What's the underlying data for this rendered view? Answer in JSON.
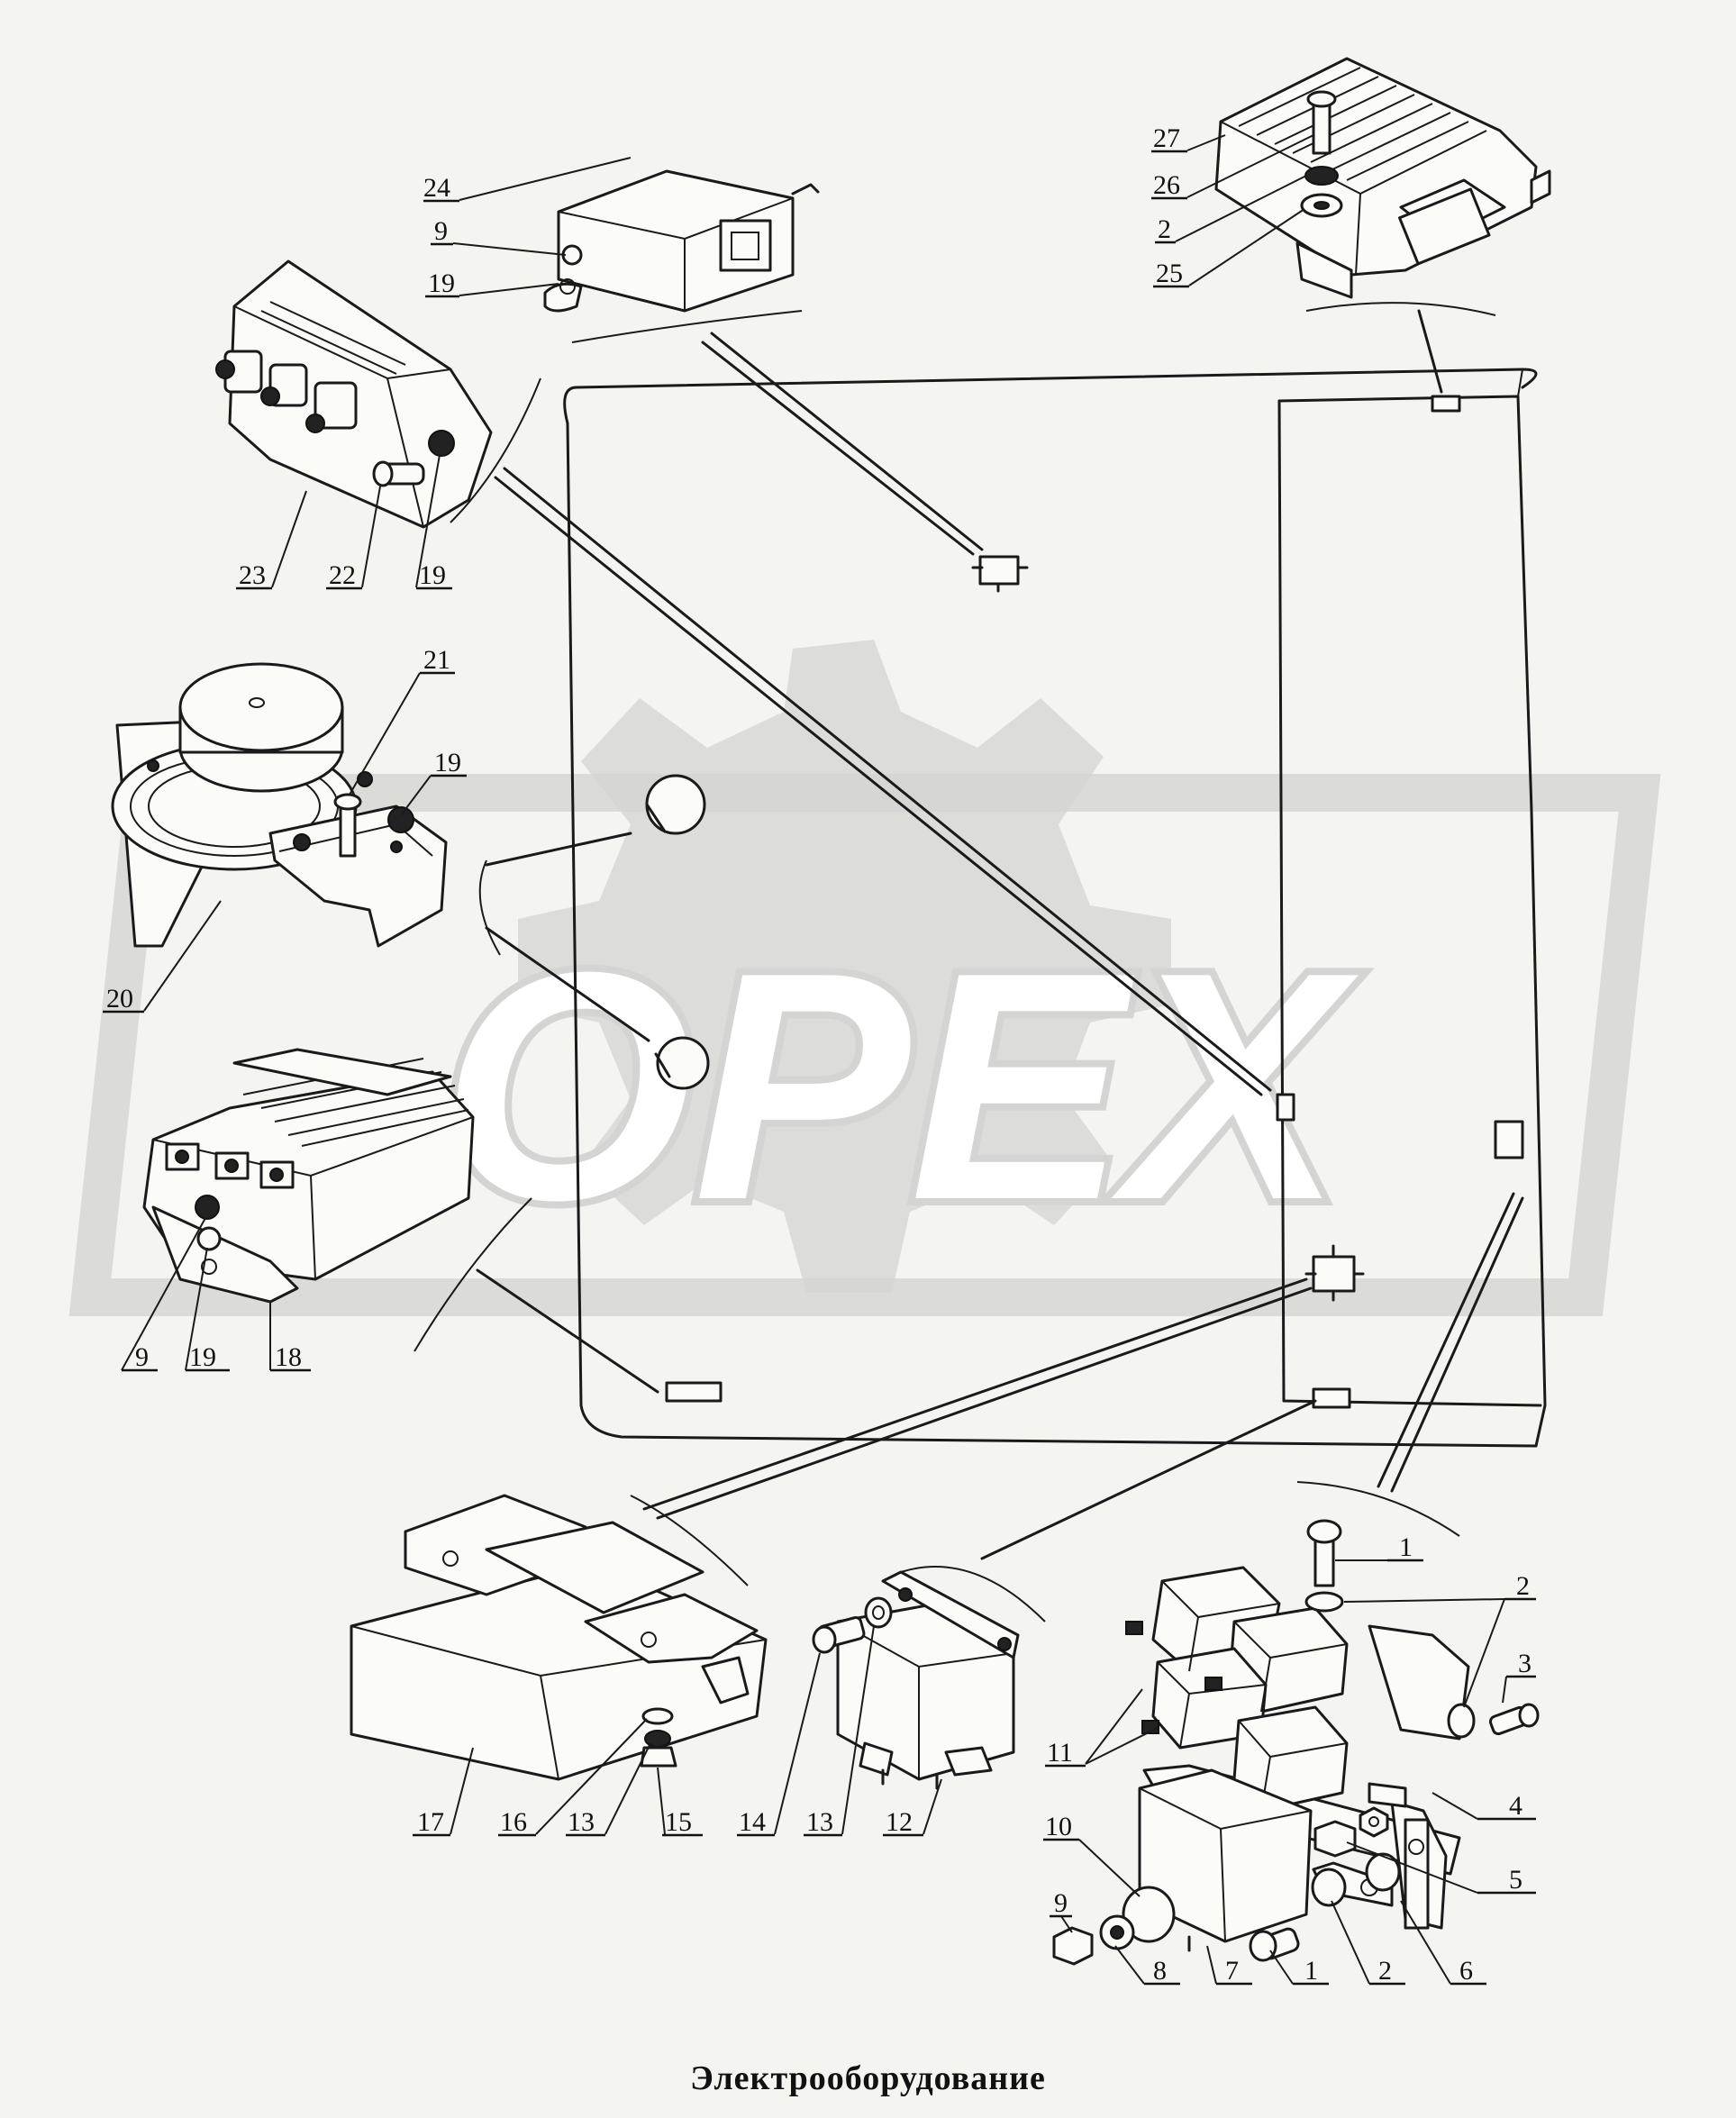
{
  "caption": "Электрооборудование",
  "watermark": "OPEX",
  "callouts": [
    "1",
    "2",
    "3",
    "4",
    "5",
    "6",
    "7",
    "8",
    "9",
    "10",
    "11",
    "12",
    "13",
    "14",
    "15",
    "16",
    "17",
    "18",
    "19",
    "20",
    "21",
    "22",
    "23",
    "24",
    "25",
    "26",
    "27"
  ],
  "colors": {
    "line": "#1a1a1a",
    "background": "#f4f4f0",
    "watermark": "#d4d4d2"
  }
}
